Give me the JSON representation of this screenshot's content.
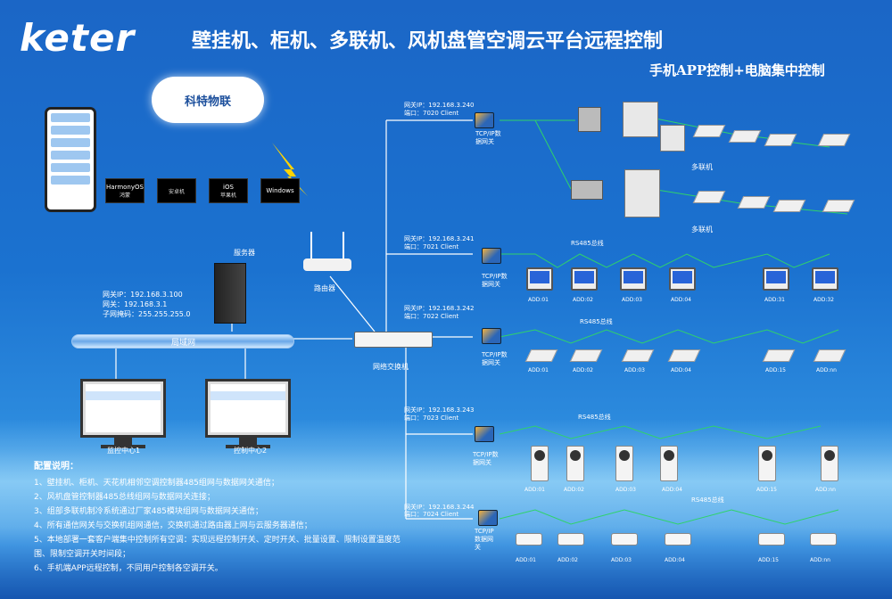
{
  "brand": {
    "logo": "keter"
  },
  "header": {
    "title": "壁挂机、柜机、多联机、风机盘管空调云平台远程控制",
    "subtitle": "手机APP控制+电脑集中控制"
  },
  "cloud": {
    "label": "科特物联"
  },
  "os_icons": [
    {
      "icon": "huawei-icon",
      "label": "HarmonyOS",
      "sub": "鸿蒙"
    },
    {
      "icon": "android-icon",
      "label": "",
      "sub": "安卓机"
    },
    {
      "icon": "apple-icon",
      "label": "iOS",
      "sub": "苹果机"
    },
    {
      "icon": "windows-icon",
      "label": "Windows",
      "sub": ""
    }
  ],
  "server": {
    "label": "服务器",
    "ip": "网关IP：192.168.3.100",
    "gw": "网关：192.168.3.1",
    "mask": "子网掩码：255.255.255.0"
  },
  "router": {
    "label": "路由器"
  },
  "lan": {
    "label": "局域网"
  },
  "switch": {
    "label": "网络交换机"
  },
  "control_centers": [
    {
      "label": "监控中心1"
    },
    {
      "label": "控制中心2"
    }
  ],
  "gateways": [
    {
      "ip": "网关IP：192.168.3.240",
      "port": "端口：7020 Client",
      "label": "TCP/IP数据网关"
    },
    {
      "ip": "网关IP：192.168.3.241",
      "port": "端口：7021 Client",
      "label": "TCP/IP数据网关"
    },
    {
      "ip": "网关IP：192.168.3.242",
      "port": "端口：7022 Client",
      "label": "TCP/IP数据网关"
    },
    {
      "ip": "网关IP：192.168.3.243",
      "port": "端口：7023 Client",
      "label": "TCP/IP数据网关"
    },
    {
      "ip": "网关IP：192.168.3.244",
      "port": "端口：7024 Client",
      "label": "TCP/IP数据网关"
    }
  ],
  "vrf": {
    "label_a": "多联机",
    "label_b": "多联机"
  },
  "rs485": "RS485总线",
  "row_thermo_addrs": [
    "ADD:01",
    "ADD:02",
    "ADD:03",
    "ADD:04",
    "ADD:31",
    "ADD:32"
  ],
  "row_cass_addrs": [
    "ADD:01",
    "ADD:02",
    "ADD:03",
    "ADD:04",
    "ADD:15",
    "ADD:nn"
  ],
  "row_floor_addrs": [
    "ADD:01",
    "ADD:02",
    "ADD:03",
    "ADD:04",
    "ADD:15",
    "ADD:nn"
  ],
  "row_wall_addrs": [
    "ADD:01",
    "ADD:02",
    "ADD:03",
    "ADD:04",
    "ADD:15",
    "ADD:nn"
  ],
  "notes": {
    "title": "配置说明：",
    "items": [
      "1、壁挂机、柜机、天花机相邻空调控制器485组网与数据网关通信；",
      "2、风机盘管控制器485总线组网与数据网关连接；",
      "3、组部多联机制冷系统通过厂家485模块组网与数据网关通信；",
      "4、所有通信网关与交换机组网通信，交换机通过路由器上网与云服务器通信；",
      "5、本地部署一套客户端集中控制所有空调：实现远程控制开关、定时开关、批量设置、限制设置温度范围、限制空调开关时间段；",
      "6、手机端APP远程控制，不同用户控制各空调开关。"
    ]
  },
  "colors": {
    "line": "#ffffff",
    "bus": "#2fd36a",
    "accent": "#1c4f9c"
  }
}
